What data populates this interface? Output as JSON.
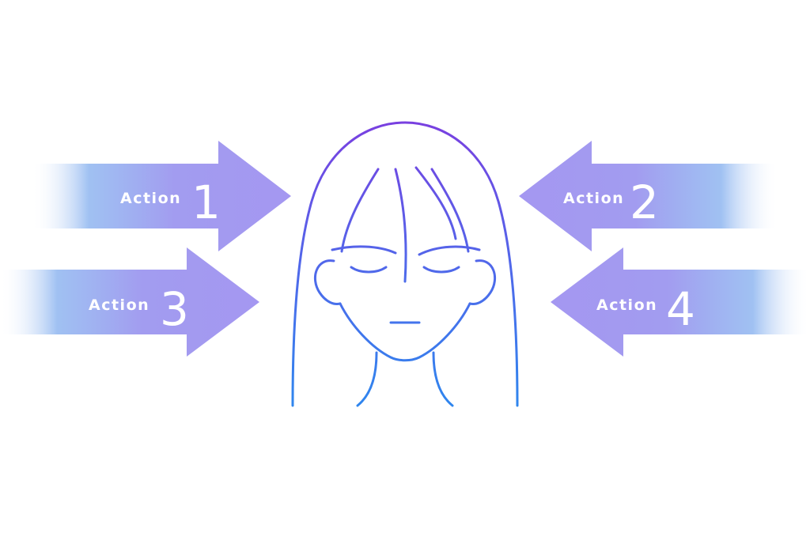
{
  "diagram": {
    "arrows": [
      {
        "id": "action-1",
        "word": "Action",
        "number": "1",
        "direction": "right"
      },
      {
        "id": "action-2",
        "word": "Action",
        "number": "2",
        "direction": "left"
      },
      {
        "id": "action-3",
        "word": "Action",
        "number": "3",
        "direction": "right"
      },
      {
        "id": "action-4",
        "word": "Action",
        "number": "4",
        "direction": "left"
      }
    ],
    "center_figure": "person-face-line-art",
    "colors": {
      "arrow_head": "#a497f1",
      "arrow_tail": "#8fb6f0",
      "face_top": "#7a3fe0",
      "face_bottom": "#2f86ee",
      "label": "#ffffff"
    }
  }
}
